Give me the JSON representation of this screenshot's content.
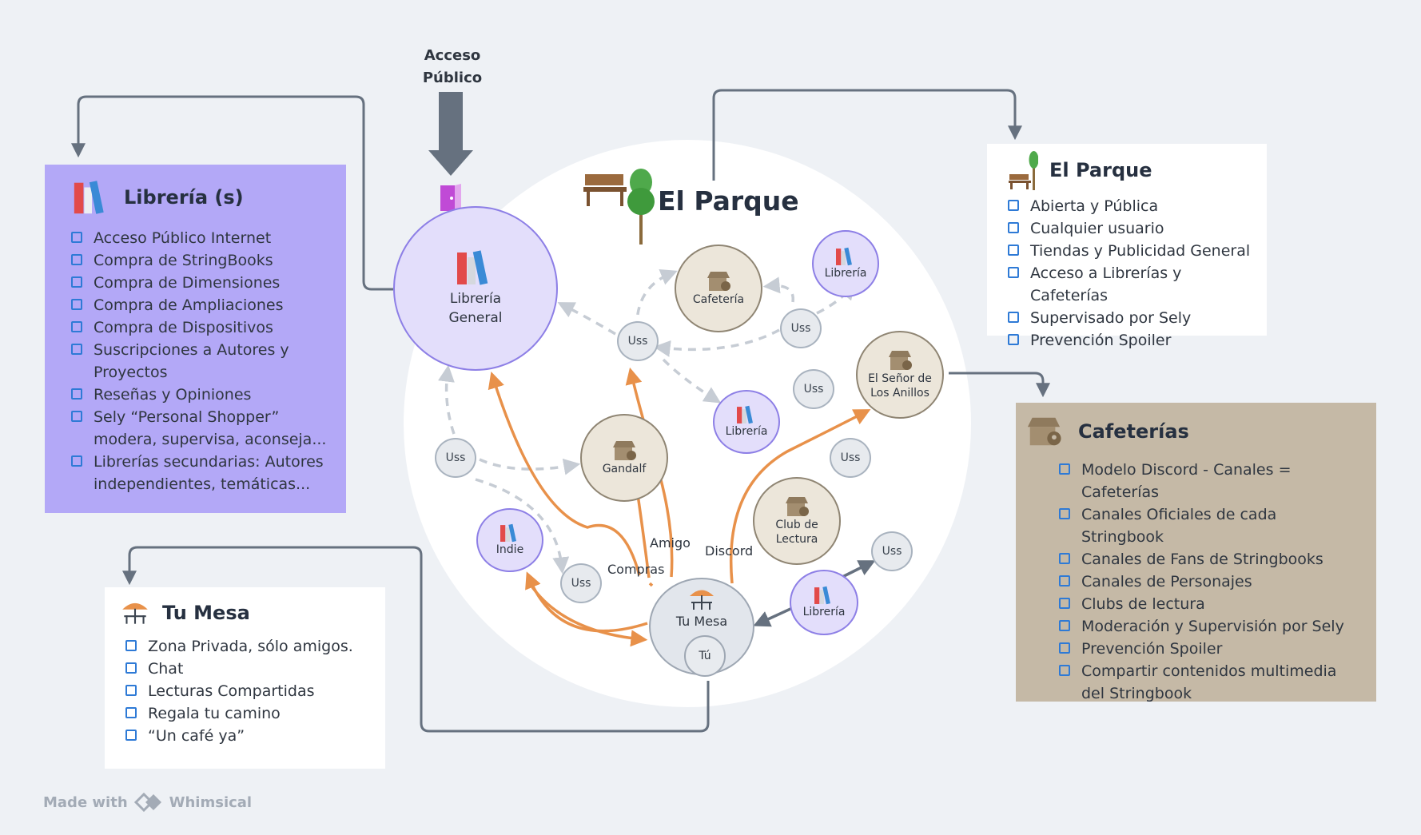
{
  "colors": {
    "background": "#eef1f5",
    "libreria_panel": "#b3a8f7",
    "cafeterias_panel": "#c5b9a6",
    "connector": "#66717f",
    "orange_arrow": "#e8914a",
    "dashed_arrow": "#c6ccd4",
    "checkbox": "#2e7ad6"
  },
  "acceso": {
    "line1": "Acceso",
    "line2": "Público"
  },
  "park": {
    "title": "El Parque"
  },
  "panels": {
    "libreria": {
      "title": "Librería (s)",
      "icon": "books-icon",
      "items": [
        "Acceso Público Internet",
        "Compra de StringBooks",
        "Compra de Dimensiones",
        "Compra de Ampliaciones",
        "Compra de Dispositivos",
        "Suscripciones a Autores y Proyectos",
        "Reseñas y Opiniones",
        "Sely “Personal Shopper” modera, supervisa, aconseja...",
        "Librerías secundarias: Autores independientes, temáticas..."
      ]
    },
    "parque": {
      "title": "El Parque",
      "icon": "park-bench-tree-icon",
      "items": [
        "Abierta y Pública",
        "Cualquier usuario",
        "Tiendas y Publicidad General",
        "Acceso a Librerías y Cafeterías",
        "Supervisado por Sely",
        "Prevención Spoiler"
      ]
    },
    "cafeterias": {
      "title": "Cafeterías",
      "icon": "store-icon",
      "items": [
        "Modelo Discord - Canales = Cafeterías",
        "Canales Oficiales de cada Stringbook",
        "Canales de Fans de Stringbooks",
        "Canales de Personajes",
        "Clubs de lectura",
        "Moderación y Supervisión por Sely",
        "Prevención Spoiler",
        "Compartir contenidos multimedia del Stringbook"
      ]
    },
    "mesa": {
      "title": "Tu Mesa",
      "icon": "table-umbrella-icon",
      "items": [
        "Zona Privada, sólo amigos.",
        "Chat",
        "Lecturas Compartidas",
        "Regala tu camino",
        "“Un café ya”"
      ]
    }
  },
  "nodes": {
    "libreria_general": {
      "line1": "Librería",
      "line2": "General"
    },
    "cafeteria": "Cafetería",
    "libreria_top": "Librería",
    "libreria_mid": "Librería",
    "libreria_bottom": "Librería",
    "senor": {
      "line1": "El Señor de",
      "line2": "Los Anillos"
    },
    "gandalf": "Gandalf",
    "club": {
      "line1": "Club de",
      "line2": "Lectura"
    },
    "indie": "Indie",
    "mesa": "Tu Mesa",
    "tu": "Tú",
    "uss": "Uss"
  },
  "edge_labels": {
    "amigo": "Amigo",
    "compras": "Compras",
    "discord": "Discord"
  },
  "footer": {
    "made_with": "Made with",
    "brand": "Whimsical"
  }
}
